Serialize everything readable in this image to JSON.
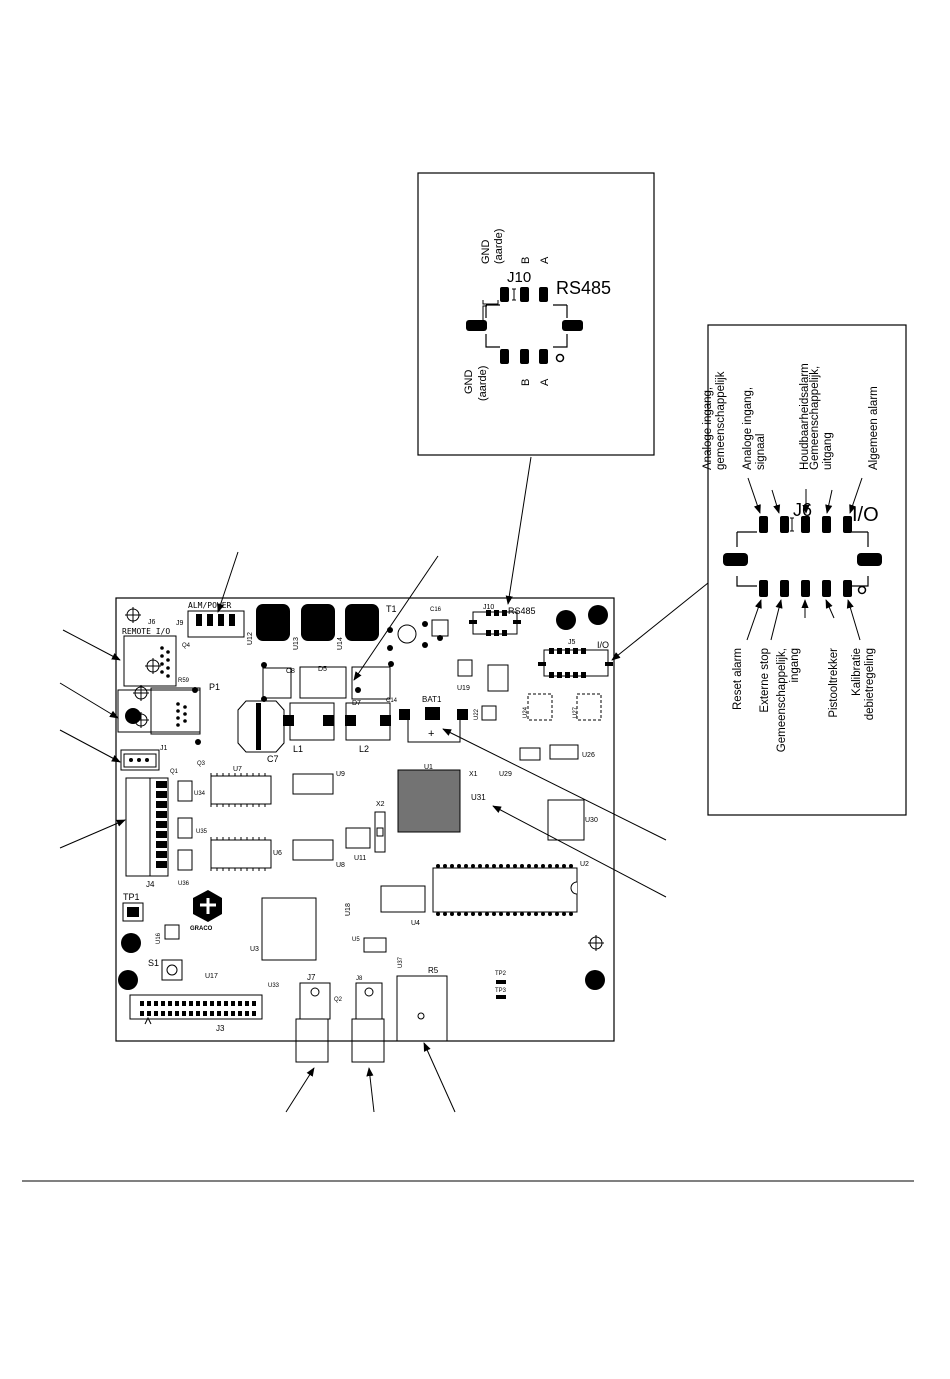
{
  "rs485_detail": {
    "connector_ref": "J10",
    "connector_name": "RS485",
    "top_pins": {
      "gnd": "GND",
      "gnd_sub": "(aarde)",
      "b": "B",
      "a": "A"
    },
    "bottom_pins": {
      "gnd": "GND",
      "gnd_sub": "(aarde)",
      "b": "B",
      "a": "A"
    }
  },
  "io_detail": {
    "connector_ref": "J6",
    "connector_name": "I/O",
    "top_labels": [
      [
        "Analoge ingang,",
        "gemeenschappelijk"
      ],
      [
        "Analoge ingang,",
        "signaal"
      ],
      [
        "Houdbaarheidsalarm"
      ],
      [
        "Gemeenschappelijk,",
        "uitgang"
      ],
      [
        "Algemeen alarm"
      ]
    ],
    "bottom_labels": [
      [
        "Reset alarm"
      ],
      [
        "Externe stop"
      ],
      [
        "Gemeenschappelijk,",
        "ingang"
      ],
      [
        "Pistooltrekker"
      ],
      [
        "Kalibratie",
        "debietregeling"
      ]
    ]
  },
  "board": {
    "j6_ref": "J6",
    "j6_name": "REMOTE I/O",
    "alm_power": "ALM/POWER",
    "j9": "J9",
    "p1": "P1",
    "j1": "J1",
    "j4": "J4",
    "j3": "J3",
    "j7": "J7",
    "j8": "J8",
    "j10": "J10",
    "rs485": "RS485",
    "j5": "J5",
    "io": "I/O",
    "t1": "T1",
    "bat1": "BAT1",
    "c7": "C7",
    "l1": "L1",
    "l2": "L2",
    "c8": "C8",
    "d5": "D5",
    "d7": "D7",
    "c14": "C14",
    "c16": "C16",
    "u12": "U12",
    "u13": "U13",
    "u14": "U14",
    "u19": "U19",
    "u22": "U22",
    "u24": "U24",
    "u27": "U27",
    "u26": "U26",
    "u29": "U29",
    "x1": "X1",
    "u1": "U1",
    "u7": "U7",
    "u9": "U9",
    "u34": "U34",
    "u35": "U35",
    "u36": "U36",
    "u6": "U6",
    "u8": "U8",
    "u11": "U11",
    "x2": "X2",
    "u31": "U31",
    "u30": "U30",
    "u2": "U2",
    "u4": "U4",
    "u18": "U18",
    "u3": "U3",
    "u5": "U5",
    "u16": "U16",
    "u17": "U17",
    "u33": "U33",
    "u37": "U37",
    "r5": "R5",
    "tp1": "TP1",
    "tp2": "TP2",
    "tp3": "TP3",
    "s1": "S1",
    "q1": "Q1",
    "q2": "Q2",
    "q3": "Q3",
    "q4": "Q4",
    "r59": "R59",
    "logo": "GRACO"
  }
}
